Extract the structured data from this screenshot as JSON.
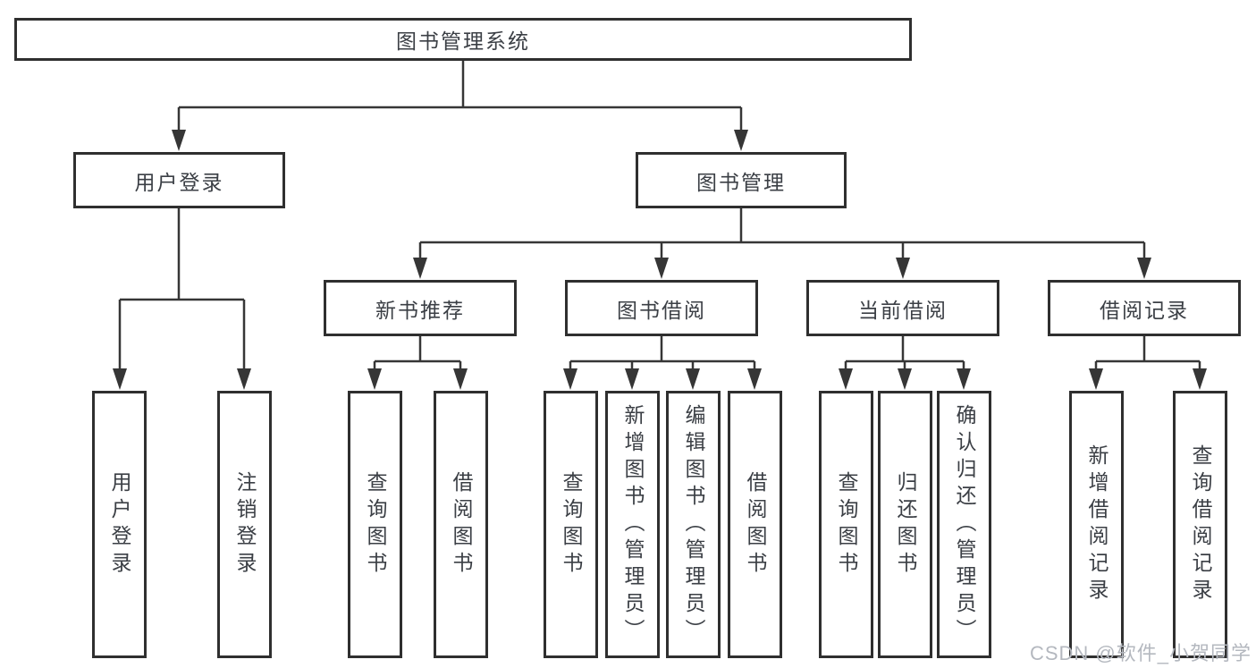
{
  "tree": {
    "label": "图书管理系统",
    "children": [
      {
        "label": "用户登录",
        "children": [
          {
            "label": "用户登录"
          },
          {
            "label": "注销登录"
          }
        ]
      },
      {
        "label": "图书管理",
        "children": [
          {
            "label": "新书推荐",
            "children": [
              {
                "label": "查询图书"
              },
              {
                "label": "借阅图书"
              }
            ]
          },
          {
            "label": "图书借阅",
            "children": [
              {
                "label": "查询图书"
              },
              {
                "label": "新增图书（管理员）"
              },
              {
                "label": "编辑图书（管理员）"
              },
              {
                "label": "借阅图书"
              }
            ]
          },
          {
            "label": "当前借阅",
            "children": [
              {
                "label": "查询图书"
              },
              {
                "label": "归还图书"
              },
              {
                "label": "确认归还（管理员）"
              }
            ]
          },
          {
            "label": "借阅记录",
            "children": [
              {
                "label": "新增借阅记录"
              },
              {
                "label": "查询借阅记录"
              }
            ]
          }
        ]
      }
    ]
  },
  "watermark": {
    "text": "CSDN @软件_小贺同学"
  },
  "colors": {
    "line": "#363636",
    "box_border": "#2f2f2f",
    "box_fill": "#ffffff",
    "text": "#3b3f45",
    "watermark": "#b4b8bf",
    "background": "#ffffff"
  }
}
